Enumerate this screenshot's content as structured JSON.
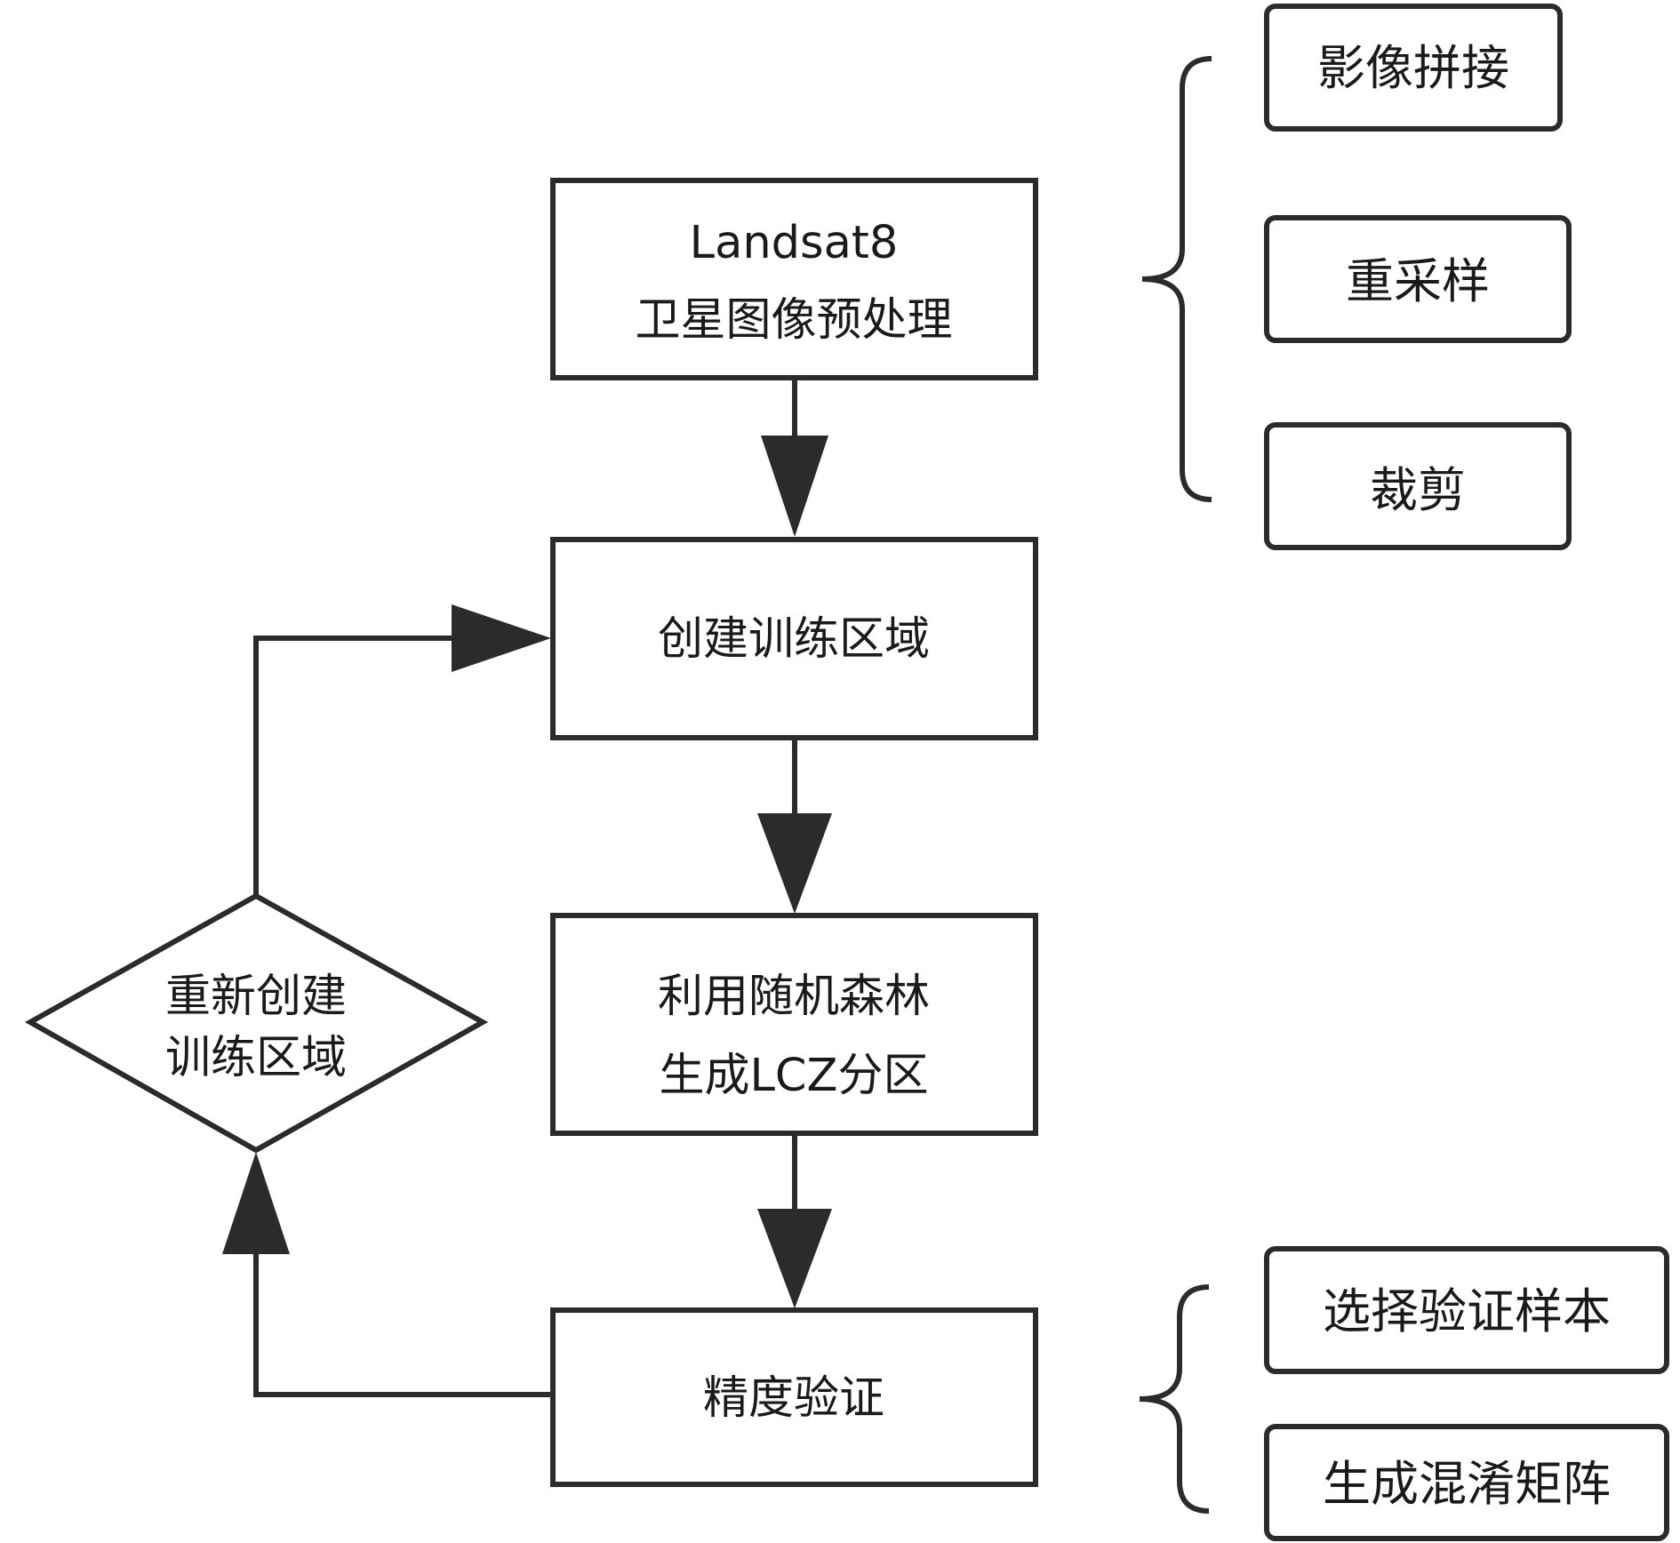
{
  "main_flow": {
    "preprocess": {
      "line1": "Landsat8",
      "line2": "卫星图像预处理"
    },
    "create_training": {
      "label": "创建训练区域"
    },
    "random_forest": {
      "line1": "利用随机森林",
      "line2": "生成LCZ分区"
    },
    "accuracy": {
      "label": "精度验证"
    }
  },
  "decision": {
    "line1": "重新创建",
    "line2": "训练区域"
  },
  "preprocess_steps": [
    {
      "label": "影像拼接"
    },
    {
      "label": "重采样"
    },
    {
      "label": "裁剪"
    }
  ],
  "validation_steps": [
    {
      "label": "选择验证样本"
    },
    {
      "label": "生成混淆矩阵"
    }
  ],
  "colors": {
    "stroke": "#2b2b2b",
    "arrow_fill": "#2b2b2b",
    "text": "#1a1a1a",
    "background": "#ffffff"
  }
}
